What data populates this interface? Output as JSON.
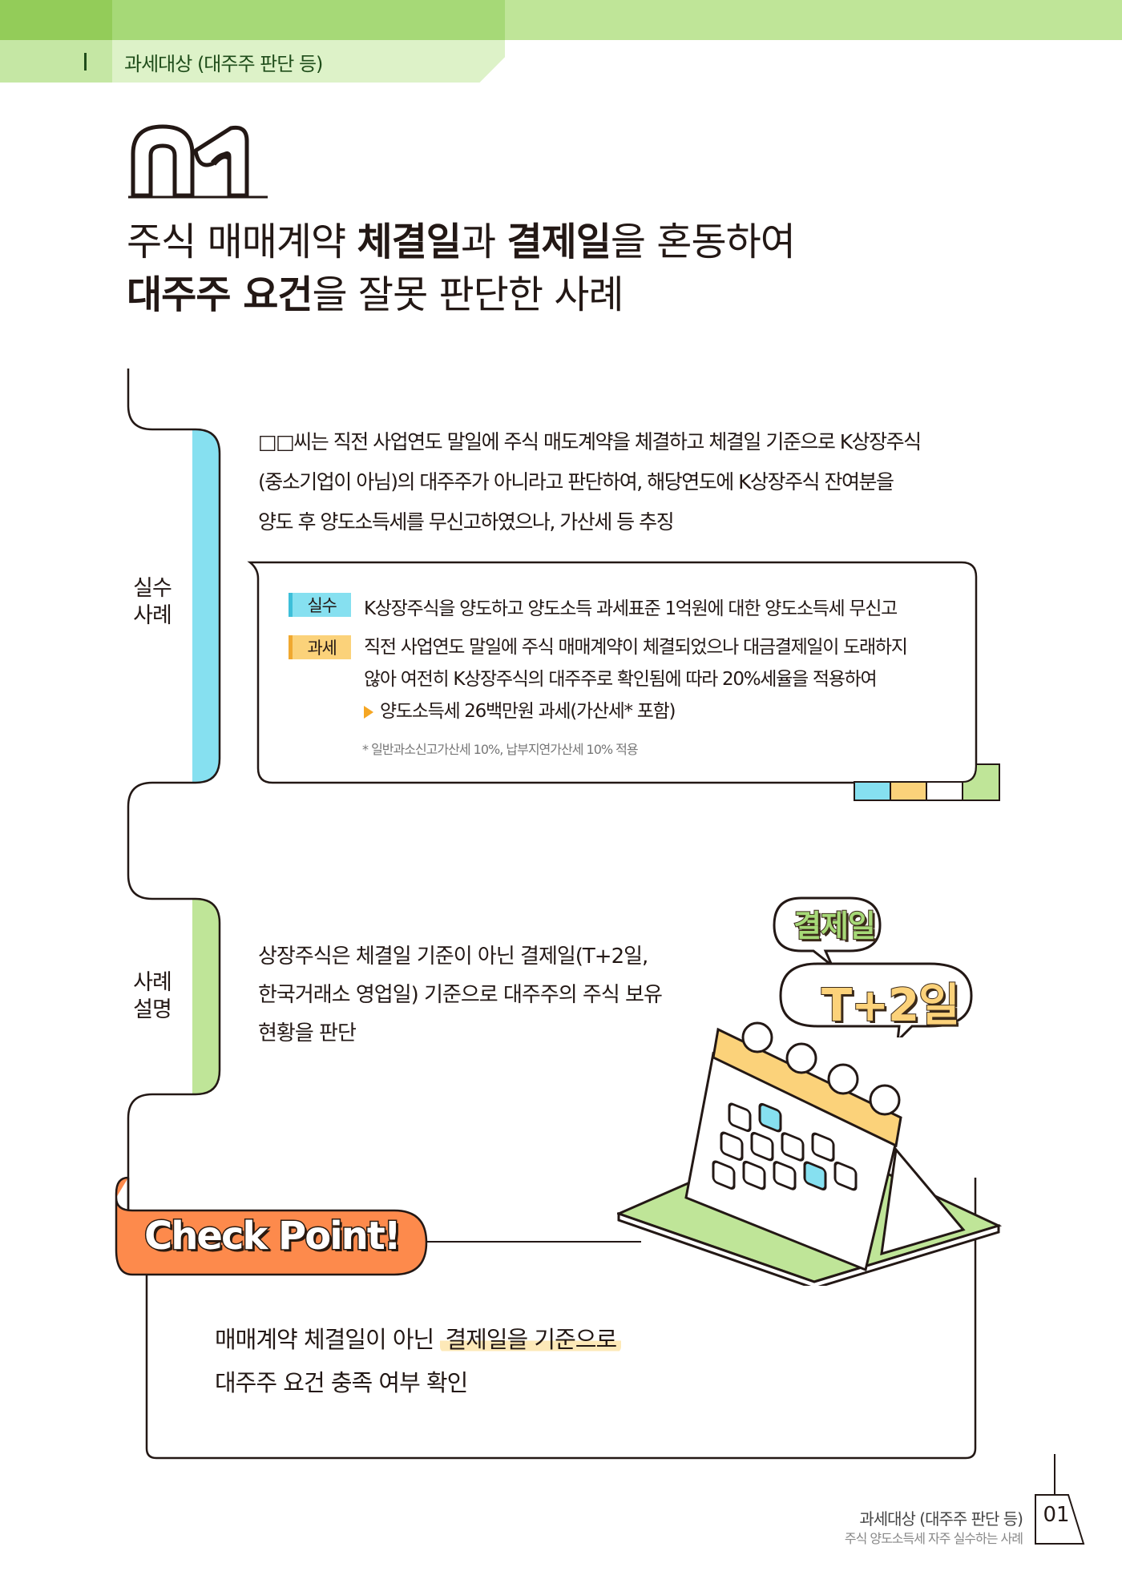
{
  "header": {
    "section_marker": "I",
    "section_title": "과세대상 (대주주 판단 등)"
  },
  "case": {
    "number": "01",
    "title_line1": [
      {
        "text": "주식 매매계약 ",
        "bold": false
      },
      {
        "text": "체결일",
        "bold": true
      },
      {
        "text": "과 ",
        "bold": false
      },
      {
        "text": "결제일",
        "bold": true
      },
      {
        "text": "을 혼동하여",
        "bold": false
      }
    ],
    "title_line2": [
      {
        "text": "대주주 요건",
        "bold": true
      },
      {
        "text": "을 잘못 판단한 사례",
        "bold": false
      }
    ]
  },
  "mistake_section": {
    "label_line1": "실수",
    "label_line2": "사례",
    "color": "#86e0f0",
    "paragraph": [
      "□□씨는 직전 사업연도 말일에 주식 매도계약을 체결하고 체결일 기준으로 K상장주식",
      "(중소기업이 아님)의 대주주가 아니라고 판단하여, 해당연도에 K상장주식 잔여분을",
      "양도 후 양도소득세를 무신고하였으나, 가산세 등 추징"
    ],
    "detail_box": {
      "rows": [
        {
          "tag": "실수",
          "tag_color": "#86e0f0",
          "lines": [
            "K상장주식을 양도하고 양도소득 과세표준 1억원에 대한 양도소득세 무신고"
          ]
        },
        {
          "tag": "과세",
          "tag_color": "#fbd27a",
          "lines": [
            "직전 사업연도 말일에 주식 매매계약이 체결되었으나 대금결제일이 도래하지",
            "않아 여전히 K상장주식의 대주주로 확인됨에 따라 20%세율을 적용하여"
          ],
          "result": "양도소득세 26백만원 과세(가산세* 포함)"
        }
      ],
      "footnote": "* 일반과소신고가산세 10%, 납부지연가산세 10% 적용",
      "color_strip": [
        "#86e0f0",
        "#fbd27a",
        "#ffffff",
        "#bfe598"
      ]
    }
  },
  "explanation_section": {
    "label_line1": "사례",
    "label_line2": "설명",
    "color": "#bfe598",
    "paragraph": [
      "상장주식은 체결일 기준이 아닌 결제일(T+2일,",
      "한국거래소 영업일) 기준으로 대주주의 주식 보유",
      "현황을 판단"
    ],
    "illustration": {
      "bubble1": "결제일",
      "bubble2": "T+2일",
      "subject": "calendar"
    }
  },
  "check_point": {
    "label": "Check Point!",
    "color": "#fd8a4c",
    "line1_plain": "매매계약 체결일이 아닌 ",
    "line1_highlight": "결제일을 기준으로",
    "line2": "대주주 요건 충족 여부 확인"
  },
  "footer": {
    "chapter": "과세대상 (대주주 판단 등)",
    "book": "주식 양도소득세 자주 실수하는 사례",
    "page": "01"
  }
}
